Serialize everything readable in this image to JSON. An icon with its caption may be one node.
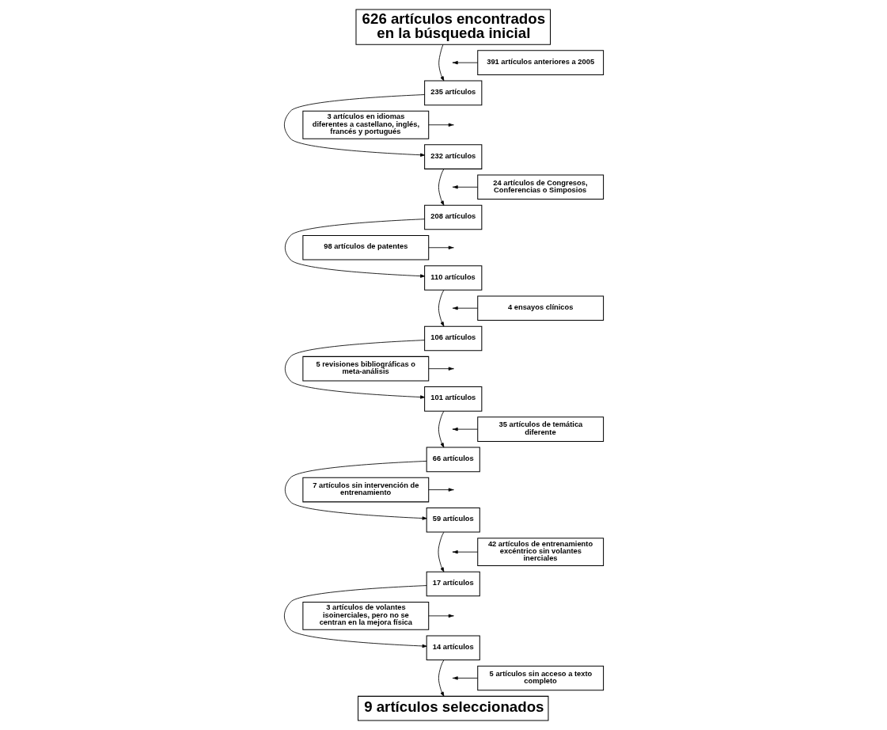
{
  "diagram": {
    "nodes": [
      {
        "text": [
          "626 artículos encontrados en la búsqueda inicial"
        ]
      },
      {
        "text": [
          "391 artículos anteriores a 2005"
        ]
      },
      {
        "text": [
          "235 artículos"
        ]
      },
      {
        "text": [
          "3 artículos en idiomas diferentes a castellano, inglés, francés y portugués"
        ]
      },
      {
        "text": [
          "232 artículos"
        ]
      },
      {
        "text": [
          "24 artículos de Congresos, Conferencias o Simposios"
        ]
      },
      {
        "text": [
          "208 artículos"
        ]
      },
      {
        "text": [
          "98 artículos de patentes"
        ]
      },
      {
        "text": [
          "110 artículos"
        ]
      },
      {
        "text": [
          "4 ensayos clínicos"
        ]
      },
      {
        "text": [
          "106 artículos"
        ]
      },
      {
        "text": [
          "5 revisiones bibliográficas o meta-análisis"
        ]
      },
      {
        "text": [
          "101 artículos"
        ]
      },
      {
        "text": [
          "35 artículos de temática diferente"
        ]
      },
      {
        "text": [
          "66 artículos"
        ]
      },
      {
        "text": [
          "7 artículos sin intervención de entrenamiento"
        ]
      },
      {
        "text": [
          "59 artículos"
        ]
      },
      {
        "text": [
          "42 artículos de entrenamiento excéntrico sin volantes inerciales"
        ]
      },
      {
        "text": [
          "17 artículos"
        ]
      },
      {
        "text": [
          "3 artículos de volantes isoinerciales, pero no se centran en la mejora física"
        ]
      },
      {
        "text": [
          "14 artículos"
        ]
      },
      {
        "text": [
          "5 artículos sin acceso a texto completo"
        ]
      },
      {
        "text": [
          "9 artículos seleccionados"
        ]
      }
    ],
    "edges": [
      {
        "from": 0,
        "to": 2,
        "arrow": "to"
      },
      {
        "from": 1,
        "to": null,
        "arrow": "to"
      },
      {
        "from": 2,
        "to": 4,
        "arrow": "to"
      },
      {
        "from": 3,
        "to": null,
        "arrow": "to"
      },
      {
        "from": 4,
        "to": 6,
        "arrow": "to"
      },
      {
        "from": 5,
        "to": null,
        "arrow": "to"
      },
      {
        "from": 6,
        "to": 8,
        "arrow": "to"
      },
      {
        "from": 7,
        "to": null,
        "arrow": "to"
      },
      {
        "from": 8,
        "to": 10,
        "arrow": "to"
      },
      {
        "from": 9,
        "to": null,
        "arrow": "to"
      },
      {
        "from": 10,
        "to": 12,
        "arrow": "to"
      },
      {
        "from": 11,
        "to": null,
        "arrow": "to"
      },
      {
        "from": 12,
        "to": 14,
        "arrow": "to"
      },
      {
        "from": 13,
        "to": null,
        "arrow": "to"
      },
      {
        "from": 14,
        "to": 16,
        "arrow": "to"
      },
      {
        "from": 15,
        "to": null,
        "arrow": "to"
      },
      {
        "from": 16,
        "to": 18,
        "arrow": "to"
      },
      {
        "from": 17,
        "to": null,
        "arrow": "to"
      },
      {
        "from": 18,
        "to": 20,
        "arrow": "to"
      },
      {
        "from": 19,
        "to": null,
        "arrow": "to"
      },
      {
        "from": 20,
        "to": 22,
        "arrow": "to"
      },
      {
        "from": 21,
        "to": null,
        "arrow": "to"
      }
    ]
  }
}
